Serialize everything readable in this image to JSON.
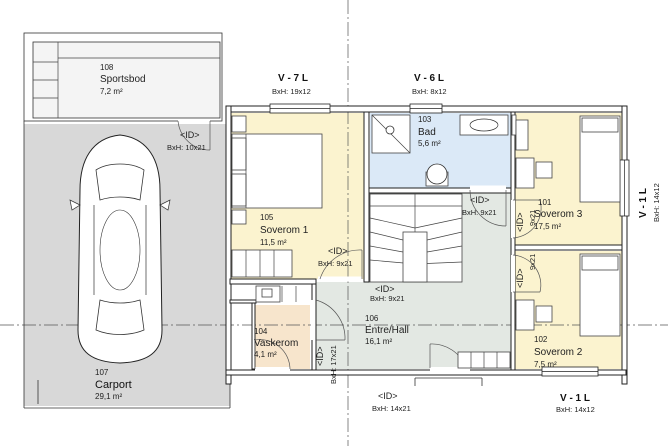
{
  "rooms": {
    "r108": {
      "number": "108",
      "name": "Sportsbod",
      "area": "7,2 m²"
    },
    "r105": {
      "number": "105",
      "name": "Soverom 1",
      "area": "11,5 m²"
    },
    "r103": {
      "number": "103",
      "name": "Bad",
      "area": "5,6 m²"
    },
    "r101": {
      "number": "101",
      "name": "Soverom 3",
      "area": "17,5 m²"
    },
    "r106": {
      "number": "106",
      "name": "Entre/Hall",
      "area": "16,1 m²"
    },
    "r104": {
      "number": "104",
      "name": "Vaskerom",
      "area": "4,1 m²"
    },
    "r102": {
      "number": "102",
      "name": "Soverom 2",
      "area": "7,5 m²"
    },
    "r107": {
      "number": "107",
      "name": "Carport",
      "area": "29,1 m²"
    }
  },
  "windows": {
    "w_top_left": {
      "title": "V - 7 L",
      "dim": "BxH:  19x12"
    },
    "w_top_mid": {
      "title": "V - 6 L",
      "dim": "BxH:  8x12"
    },
    "w_right": {
      "title": "V - 1 L",
      "dim": "BxH:  14x12"
    },
    "w_bottom": {
      "title": "V - 1 L",
      "dim": "BxH:  14x12"
    }
  },
  "doors": {
    "d_bod": {
      "id": "<ID>",
      "dim": "BxH:  10x21"
    },
    "d_sov1": {
      "id": "<ID>",
      "dim": "BxH:  9x21"
    },
    "d_bad": {
      "id": "<ID>",
      "dim": "BxH:  9x21"
    },
    "d_sov3": {
      "id": "<ID>",
      "dim": "9x21"
    },
    "d_sov2": {
      "id": "<ID>",
      "dim": "9x21"
    },
    "d_vask": {
      "id": "<ID>",
      "dim": "BxH:  9x21"
    },
    "d_hall_side": {
      "id": "<ID>",
      "dim": "BxH:  17x21"
    },
    "d_main": {
      "id": "<ID>",
      "dim": "BxH:  14x21"
    }
  },
  "colors": {
    "carport": "#d8d8d8",
    "bedroom": "#fbf3cf",
    "bath": "#dbe9f7",
    "hall": "#e3e8e3",
    "laundry": "#f7e5cc"
  }
}
